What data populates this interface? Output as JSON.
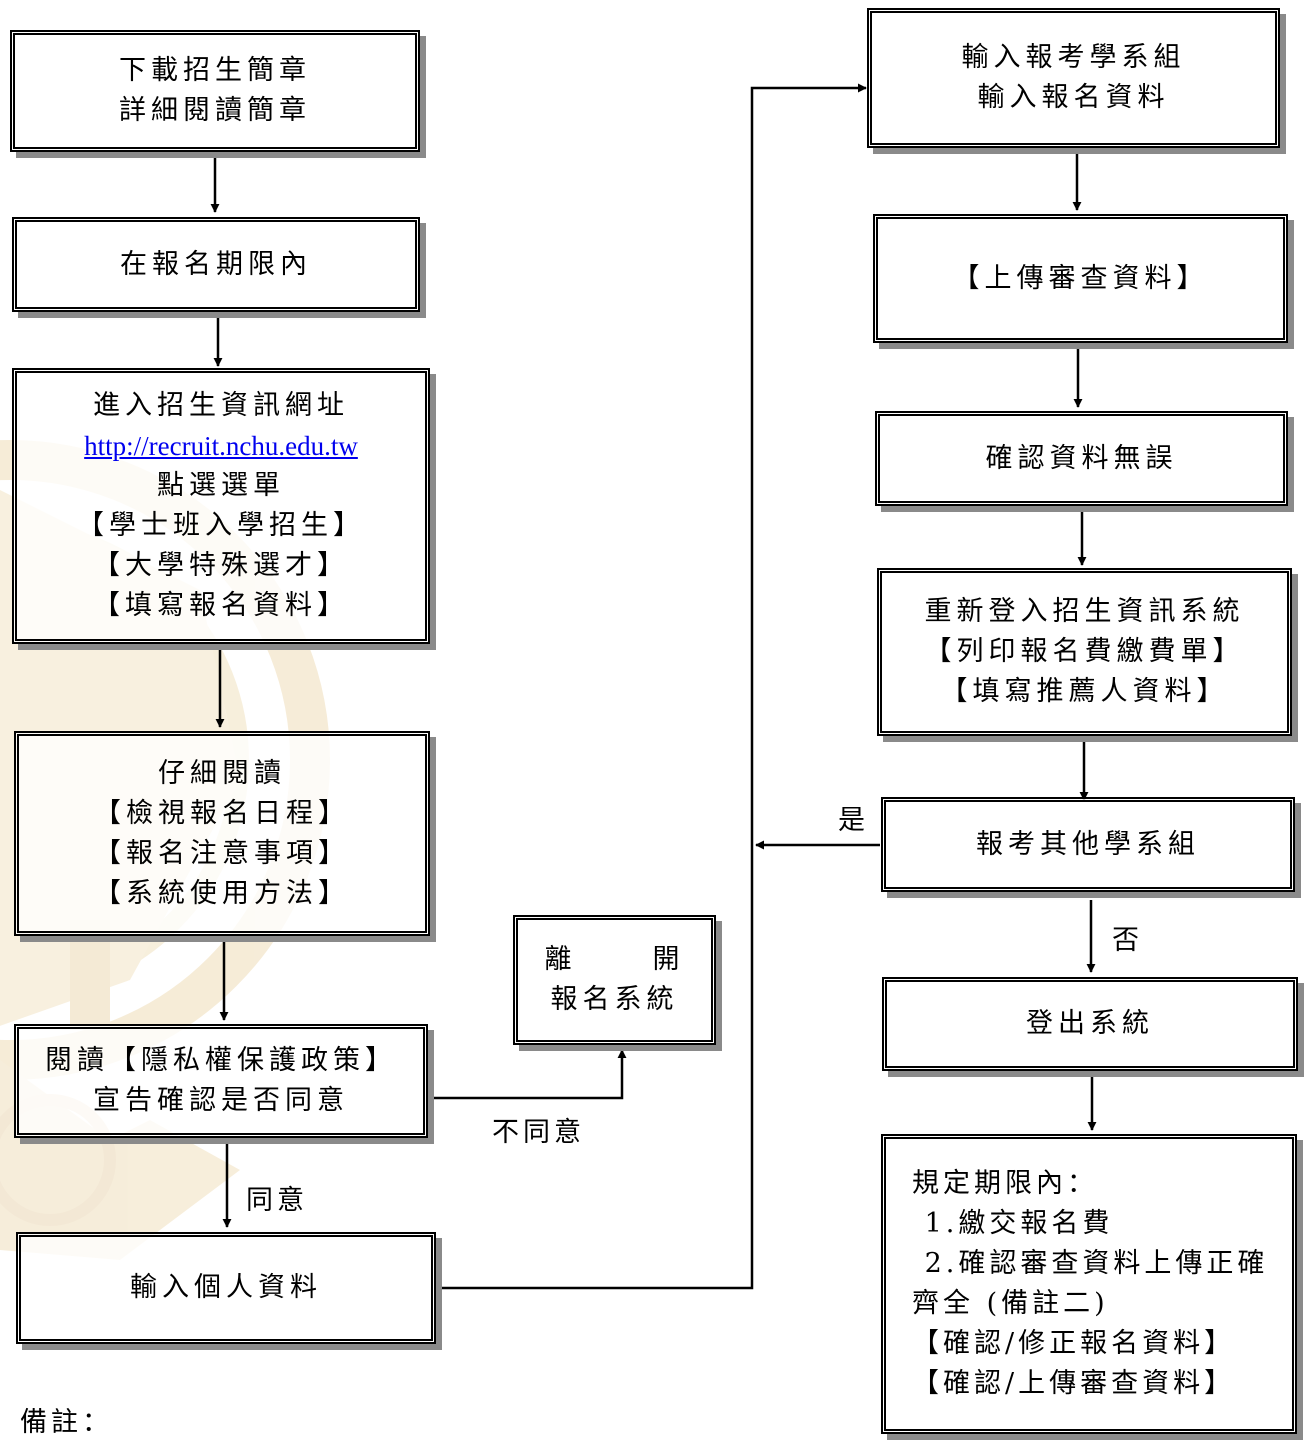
{
  "nodes": {
    "download": {
      "lines": [
        "下載招生簡章",
        "詳細閱讀簡章"
      ]
    },
    "period": {
      "lines": [
        "在報名期限內"
      ]
    },
    "enter_site": {
      "line1": "進入招生資訊網址",
      "url": "http://recruit.nchu.edu.tw",
      "lines": [
        "點選選單",
        "【學士班入學招生】",
        "【大學特殊選才】",
        "【填寫報名資料】"
      ]
    },
    "read_carefully": {
      "lines": [
        "仔細閱讀",
        "【檢視報名日程】",
        "【報名注意事項】",
        "【系統使用方法】"
      ]
    },
    "privacy": {
      "lines": [
        "閱讀【隱私權保護政策】",
        "宣告確認是否同意"
      ]
    },
    "leave": {
      "left": "離",
      "right": "開",
      "line2": "報名系統"
    },
    "personal": {
      "lines": [
        "輸入個人資料"
      ]
    },
    "input_dept": {
      "lines": [
        "輸入報考學系組",
        "輸入報名資料"
      ]
    },
    "upload": {
      "lines": [
        "【上傳審查資料】"
      ]
    },
    "confirm": {
      "lines": [
        "確認資料無誤"
      ]
    },
    "relogin": {
      "lines": [
        "重新登入招生資訊系統",
        "【列印報名費繳費單】",
        "【填寫推薦人資料】"
      ]
    },
    "other_dept": {
      "lines": [
        "報考其他學系組"
      ]
    },
    "logout": {
      "lines": [
        "登出系統"
      ]
    },
    "deadline": {
      "lines": [
        "規定期限內：",
        " 1.繳交報名費",
        " 2.確認審查資料上傳正確",
        "齊全 (備註二)",
        "【確認/修正報名資料】",
        "【確認/上傳審查資料】"
      ]
    }
  },
  "edge_labels": {
    "disagree": "不同意",
    "agree": "同意",
    "yes": "是",
    "no": "否"
  },
  "footnote": "備註："
}
